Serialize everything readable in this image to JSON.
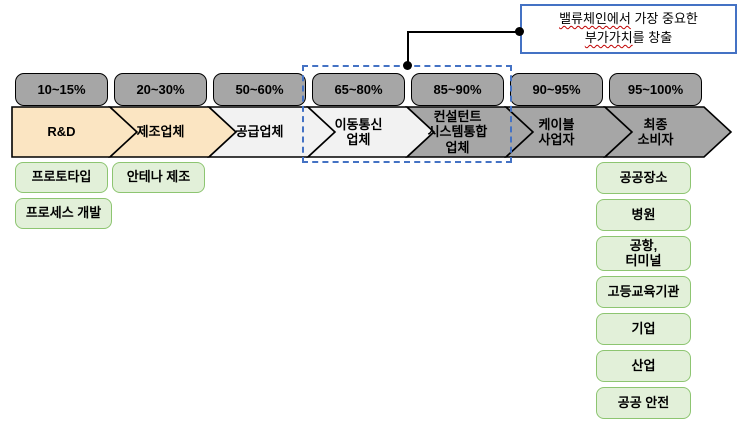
{
  "colors": {
    "accent_blue": "#4472C4",
    "chain_gray": "#A6A6A6",
    "cream": "#FBE5C2",
    "light_gray": "#F2F2F2",
    "note_green_fill": "#E2F0D9",
    "note_green_border": "#8DC571",
    "underline_red": "#C00000",
    "line_black": "#000000"
  },
  "callout": {
    "line1_misspelled": "밸류체인에서",
    "line1_rest": " 가장 중요한",
    "line2_misspelled": "부가가치",
    "line2_rest": "를 창출"
  },
  "chain": {
    "segments": [
      {
        "percent": "10~15%",
        "label": "R&D",
        "fill_key": "cream"
      },
      {
        "percent": "20~30%",
        "label": "제조업체",
        "fill_key": "cream"
      },
      {
        "percent": "50~60%",
        "label": "공급업체",
        "fill_key": "light_gray"
      },
      {
        "percent": "65~80%",
        "label": "이동통신\n업체",
        "fill_key": "light_gray"
      },
      {
        "percent": "85~90%",
        "label": "컨설턴트\n시스템통합\n업체",
        "fill_key": "chain_gray"
      },
      {
        "percent": "90~95%",
        "label": "케이블\n사업자",
        "fill_key": "chain_gray"
      },
      {
        "percent": "95~100%",
        "label": "최종\n소비자",
        "fill_key": "chain_gray"
      }
    ]
  },
  "left_notes": [
    "프로토타입",
    "안테나 제조",
    "프로세스 개발"
  ],
  "right_notes": [
    "공공장소",
    "병원",
    "공항,\n터미널",
    "고등교육기관",
    "기업",
    "산업",
    "공공 안전"
  ]
}
